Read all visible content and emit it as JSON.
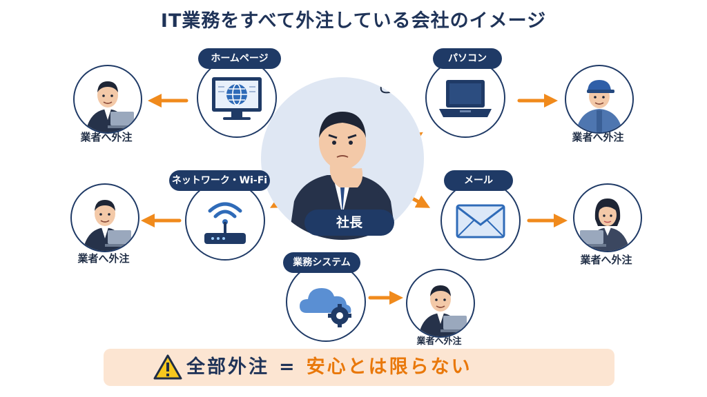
{
  "title": "IT業務をすべて外注している会社のイメージ",
  "center": {
    "label": "社長",
    "icon": "thinking-ceo"
  },
  "services": [
    {
      "key": "homepage",
      "label": "ホームページ",
      "icon": "monitor-globe-icon",
      "vendor_label": "業者へ外注"
    },
    {
      "key": "network",
      "label": "ネットワーク・Wi-Fi",
      "icon": "wifi-router-icon",
      "vendor_label": "業者へ外注"
    },
    {
      "key": "system",
      "label": "業務システム",
      "icon": "cloud-gear-icon",
      "vendor_label": "業者へ外注"
    },
    {
      "key": "pc",
      "label": "パソコン",
      "icon": "laptop-icon",
      "vendor_label": "業者へ外注"
    },
    {
      "key": "mail",
      "label": "メール",
      "icon": "envelope-icon",
      "vendor_label": "業者へ外注"
    }
  ],
  "banner": {
    "icon": "warning-icon",
    "left": "全部外注",
    "equals": "=",
    "right": "安心とは限らない"
  },
  "colors": {
    "navy": "#1f3a66",
    "arrow": "#f08a1c",
    "accent": "#e9780a",
    "banner_bg": "#fce5d2",
    "center_bg": "#dfe7f3"
  }
}
